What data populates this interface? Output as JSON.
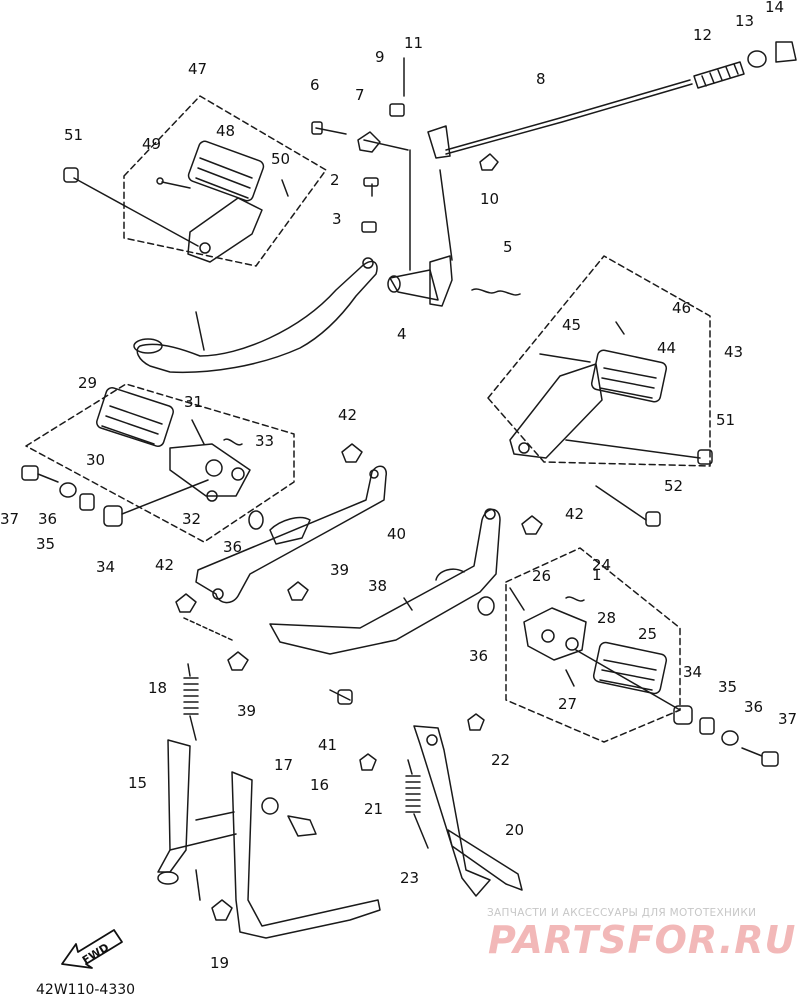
{
  "diagram": {
    "part_code": "42W110-4330",
    "watermark_subtitle": "ЗАПЧАСТИ И АКСЕССУАРЫ ДЛЯ МОТОТЕХНИКИ",
    "watermark_brand": "PARTSFOR.RU",
    "fwd_label": "FWD",
    "labels": [
      "1",
      "2",
      "3",
      "4",
      "5",
      "6",
      "7",
      "8",
      "9",
      "10",
      "11",
      "12",
      "13",
      "14",
      "15",
      "16",
      "17",
      "18",
      "19",
      "20",
      "21",
      "22",
      "23",
      "24",
      "25",
      "26",
      "27",
      "28",
      "29",
      "30",
      "31",
      "32",
      "33",
      "34",
      "34",
      "35",
      "35",
      "36",
      "36",
      "36",
      "36",
      "37",
      "37",
      "38",
      "39",
      "39",
      "40",
      "41",
      "42",
      "42",
      "42",
      "43",
      "44",
      "45",
      "46",
      "47",
      "48",
      "49",
      "50",
      "51",
      "51",
      "52"
    ]
  }
}
